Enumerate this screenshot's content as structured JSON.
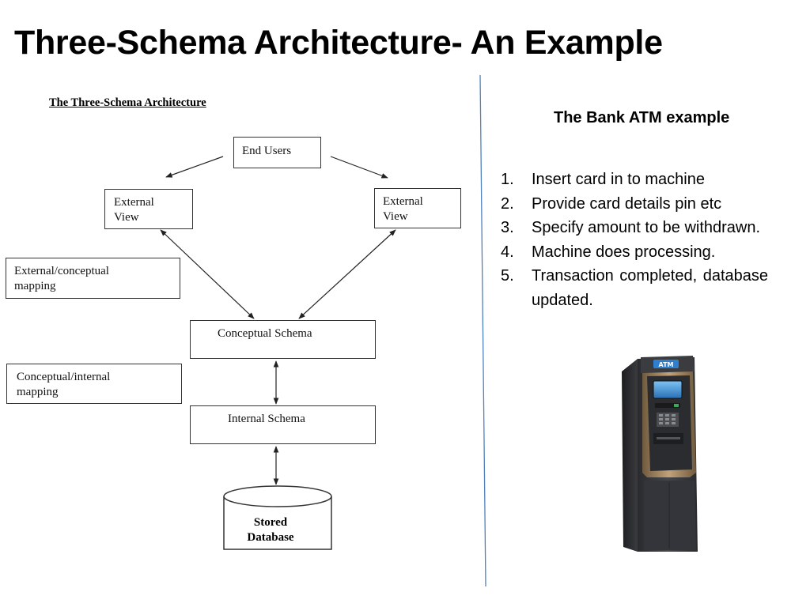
{
  "slide": {
    "title": "Three-Schema Architecture- An Example"
  },
  "diagram": {
    "title": "The Three-Schema Architecture",
    "boxes": {
      "end_users": "End Users",
      "external_view_left": "External\nView",
      "external_view_right": "External\nView",
      "external_conceptual_mapping": "External/conceptual\nmapping",
      "conceptual_schema": "Conceptual Schema",
      "conceptual_internal_mapping": "Conceptual/internal\nmapping",
      "internal_schema": "Internal Schema",
      "stored_database": "Stored\nDatabase"
    }
  },
  "example": {
    "title": "The Bank ATM example",
    "steps": [
      {
        "number": "1.",
        "text": "Insert card in to machine"
      },
      {
        "number": "2.",
        "text": "Provide card details pin etc"
      },
      {
        "number": "3.",
        "text": "Specify amount to be withdrawn."
      },
      {
        "number": "4.",
        "text": "Machine does processing."
      },
      {
        "number": "5.",
        "text": "Transaction completed, database updated."
      }
    ],
    "atm_screen_label": "ATM"
  },
  "colors": {
    "divider": "#4f81bd",
    "diagram_lines": "#333333",
    "atm_body": "#2f3033",
    "atm_trim": "#9a7b55",
    "atm_screen": "#3a8fd6"
  },
  "icons": {
    "atm": "atm-machine-icon",
    "database": "database-cylinder-icon"
  }
}
